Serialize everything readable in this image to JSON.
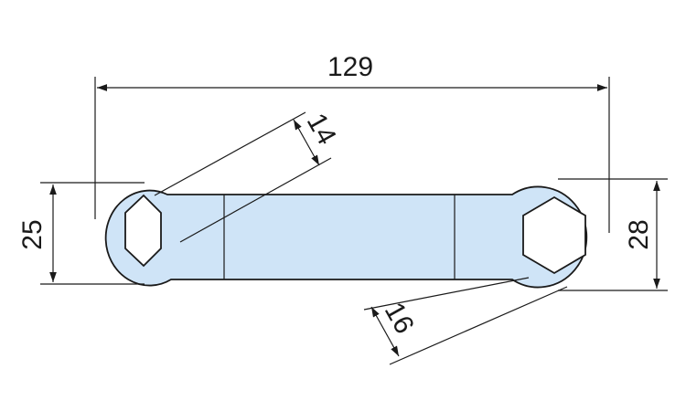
{
  "diagram": {
    "body_fill": "#cfe4f7",
    "hex_fill": "#ffffff",
    "line_color": "#1a1a1a",
    "dimensions": {
      "overall_length": "129",
      "left_height": "25",
      "right_height": "28",
      "left_hex": "14",
      "right_hex": "16"
    }
  }
}
